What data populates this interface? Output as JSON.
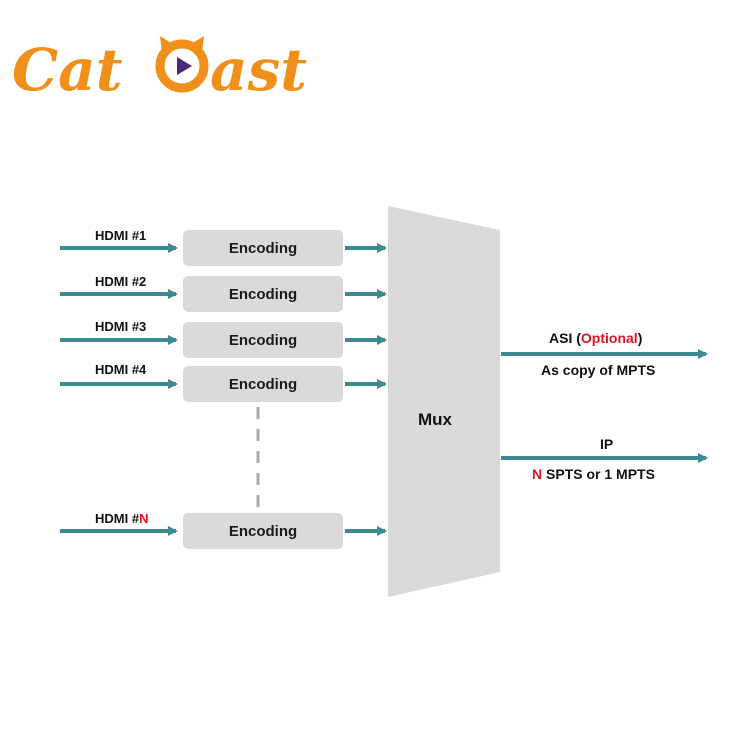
{
  "brand": {
    "name": "CatCast",
    "part1": "Cat",
    "part2": "ast",
    "color": "#f0901a"
  },
  "colors": {
    "arrow": "#3d8a92",
    "block": "#dadada",
    "highlight": "#e0141e"
  },
  "inputs": [
    {
      "label": "HDMI #1",
      "encoder": "Encoding"
    },
    {
      "label": "HDMI #2",
      "encoder": "Encoding"
    },
    {
      "label": "HDMI #3",
      "encoder": "Encoding"
    },
    {
      "label": "HDMI #4",
      "encoder": "Encoding"
    },
    {
      "label_prefix": "HDMI #",
      "label_highlight": "N",
      "encoder": "Encoding"
    }
  ],
  "mux": {
    "label": "Mux"
  },
  "outputs": {
    "asi": {
      "title": "ASI",
      "paren_open": " (",
      "optional": "Optional",
      "paren_close": ")",
      "subtitle": "As copy of MPTS"
    },
    "ip": {
      "title": "IP",
      "sub_highlight": "N",
      "subtitle": " SPTS or 1 MPTS"
    }
  }
}
